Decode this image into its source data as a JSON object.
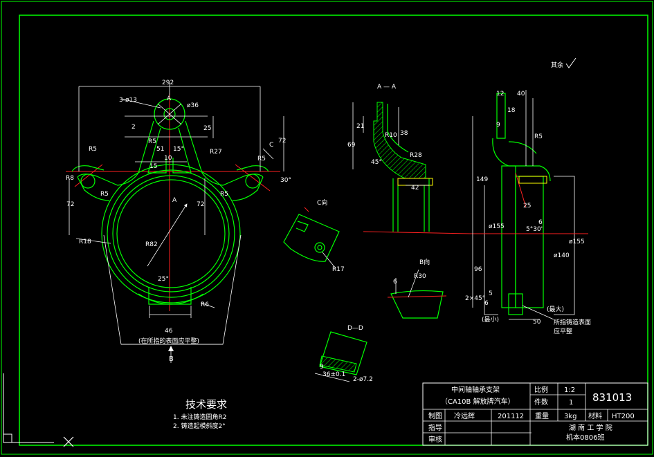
{
  "title_block": {
    "part_name": "中间轴轴承支架",
    "vehicle": "（CA10B  解放牌汽车）",
    "scale_label": "比例",
    "scale_value": "1:2",
    "qty_label": "件数",
    "qty_value": "1",
    "drawing_no": "831013",
    "drawn_label": "制图",
    "drawn_by": "冷远辉",
    "date": "201112",
    "weight_label": "重量",
    "weight_value": "3kg",
    "material_label": "材料",
    "material_value": "HT200",
    "guide_label": "指导",
    "review_label": "审核",
    "school": "湖 南 工 学 院",
    "class": "机本0806班"
  },
  "tech_req": {
    "title": "技术要求",
    "items": [
      "1. 未注铸造圆角R2",
      "2. 铸造起模斜度2°"
    ]
  },
  "roughness_note": "其余",
  "notes": {
    "bottom_left": "(在所指的表面应平整)",
    "right_note_1": "所指铸造表面",
    "right_note_2": "应平整",
    "max": "(最大)",
    "min": "(最小)"
  },
  "view_labels": {
    "A": "A",
    "B": "B",
    "C": "C",
    "AA": "A — A",
    "C_view": "C向",
    "B_view": "B向",
    "DD": "D—D"
  },
  "dims": {
    "d292": "292",
    "d3_13": "3-ø13",
    "d36": "ø36",
    "d2": "2",
    "d25": "25",
    "d72a": "72",
    "d72b": "72",
    "d72c": "72",
    "dR5a": "R5",
    "dR5b": "R5",
    "dR5c": "R5",
    "d15": "15°",
    "d51": "51",
    "d10": "10",
    "d15b": "15",
    "dR27": "R27",
    "d30": "30°",
    "dR8": "R8",
    "dR18": "R18",
    "dR82": "R82",
    "d25deg": "25°",
    "dR6": "R6",
    "d46": "46",
    "dR17": "R17",
    "d69": "69",
    "d21": "21",
    "d38": "38",
    "d45": "45°",
    "dR10": "R10",
    "dR28": "R28",
    "d42": "42",
    "d12": "12",
    "d40": "40",
    "d18": "18",
    "d9": "9",
    "d149": "149",
    "d155": "ø155",
    "d96": "96",
    "d6": "6",
    "d530": "5°30'",
    "d140": "ø140",
    "d2x45": "2×45°",
    "d5": "5",
    "d50": "50",
    "dR30": "R30",
    "d2x72": "2-ø7.2",
    "d36D": "36±0.1"
  }
}
